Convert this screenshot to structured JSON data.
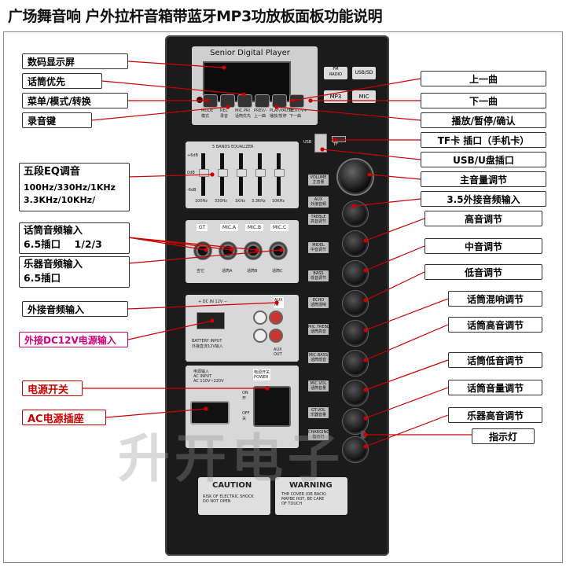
{
  "title": "广场舞音响 户外拉杆音箱带蓝牙MP3功放板面板功能说明",
  "panel": {
    "display_name": "Senior Digital Player",
    "fm_radio": "FM\nRADIO",
    "usb_sd": "USB/SD",
    "mp3": "MP3",
    "mic": "MIC",
    "buttons": [
      "MODE\n模式",
      "REC\n录音",
      "MIC.PRI\n话筒优先",
      "PREV/-\n上一曲",
      "PLAY/PAUSE\n播放/暂停",
      "NEXT/V+\n下一曲"
    ],
    "tf": "TF",
    "usb": "USB",
    "eq_title": "5 BANDS EQUALIZER",
    "eq_db": [
      "+6dB",
      "0dB",
      "-6dB"
    ],
    "eq_freqs": [
      "100Hz",
      "330Hz",
      "1KHz",
      "3.3KHz",
      "10KHz"
    ],
    "mic_inputs": [
      "GT",
      "MIC.A",
      "MIC.B",
      "MIC.C"
    ],
    "mic_jack_labels": [
      "吉它",
      "话筒A",
      "话筒B",
      "话筒C"
    ],
    "dc_in": "+ DC IN 12V −",
    "aux_in": "AUX\nIN",
    "aux_out": "AUX\nOUT",
    "battery_input": "BATTERY INPUT\n外接直流12V输入",
    "ac_input": "电源输入\nAC INPUT\nAC 110V~220V",
    "power_switch": "电源开关\nPOWER",
    "on": "ON\n开",
    "off": "OFF\n关",
    "knobs": [
      "VOLUME\n主音量",
      "AUX\n外接音频",
      "TREBLE\n高音调节",
      "MIDEL\n中音调节",
      "BASS\n低音调节",
      "ECHO\n话筒混响",
      "MIC.TREBLE\n话筒高音",
      "MIC.BASS\n话筒低音",
      "MIC.VOL\n话筒音量",
      "GT.VOL\n乐器音量"
    ],
    "charging": "CHARGING\n指示灯",
    "caution": "CAUTION",
    "caution_text": "RISK OF ELECTRIC SHOCK\nDO NOT OPEN",
    "warning": "WARNING",
    "warning_text": "THE COVER (OR BACK)\nMAYBE HOT, BE CARE\nOF TOUCH"
  },
  "left_labels": {
    "display": "数码显示屏",
    "mic_priority": "话筒优先",
    "menu_mode": "菜单/模式/转换",
    "record": "录音键",
    "eq_title": "五段EQ调音",
    "eq_line1": "100Hz/330Hz/1KHz",
    "eq_line2": "3.3KHz/10KHz/",
    "mic_input_title": "话筒音频输入",
    "mic_input_sub": "6.5插口    1/2/3",
    "instrument_title": "乐器音频输入",
    "instrument_sub": "6.5插口",
    "aux_input": "外接音频输入",
    "dc12v": "外接DC12V电源输入",
    "power_switch": "电源开关",
    "ac_socket": "AC电源插座"
  },
  "right_labels": {
    "prev": "上一曲",
    "next": "下一曲",
    "play": "播放/暂停/确认",
    "tf": "TF卡 插口（手机卡）",
    "usb": "USB/U盘插口",
    "main_vol": "主音量调节",
    "aux_in": "3.5外接音频输入",
    "treble": "高音调节",
    "mid": "中音调节",
    "bass": "低音调节",
    "echo": "话筒混响调节",
    "mic_treble": "话筒高音调节",
    "mic_bass": "话筒低音调节",
    "mic_vol": "话筒音量调节",
    "gt_treble": "乐器高音调节",
    "indicator": "指示灯"
  },
  "watermark": "升开电子",
  "colors": {
    "line": "#cc0000",
    "panel": "#1b1b1b",
    "box": "#d8d8d8"
  }
}
